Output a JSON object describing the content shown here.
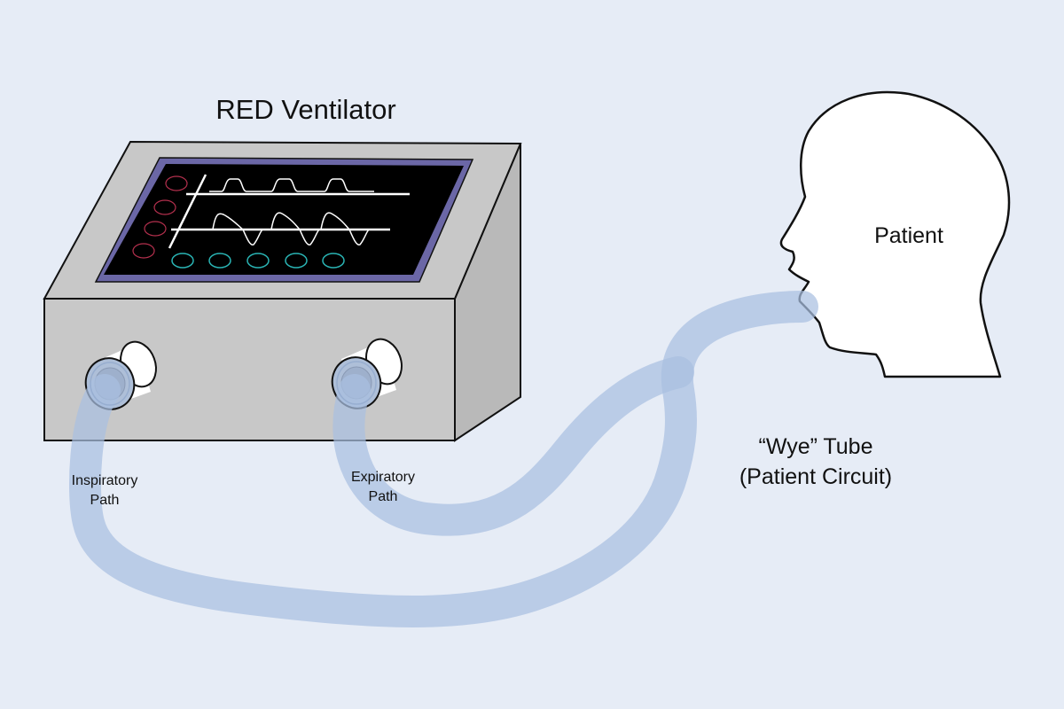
{
  "diagram": {
    "title": "RED Ventilator",
    "labels": {
      "patient": "Patient",
      "inspiratory_line1": "Inspiratory",
      "inspiratory_line2": "Path",
      "expiratory_line1": "Expiratory",
      "expiratory_line2": "Path",
      "wye_line1": "“Wye” Tube",
      "wye_line2": "(Patient Circuit)"
    },
    "screen": {
      "side_buttons": 4,
      "bottom_buttons": 5,
      "waveforms": [
        "pressure-waveform",
        "flow-waveform"
      ]
    },
    "colors": {
      "background": "#e6ecf6",
      "tube": "#bccce5",
      "ventilator_body": "#c8c8c8",
      "screen_frame": "#6b67a6",
      "screen": "#000000",
      "side_button_stroke": "#b5304e",
      "bottom_button_stroke": "#2ab5b5",
      "head_fill": "#ffffff"
    }
  }
}
